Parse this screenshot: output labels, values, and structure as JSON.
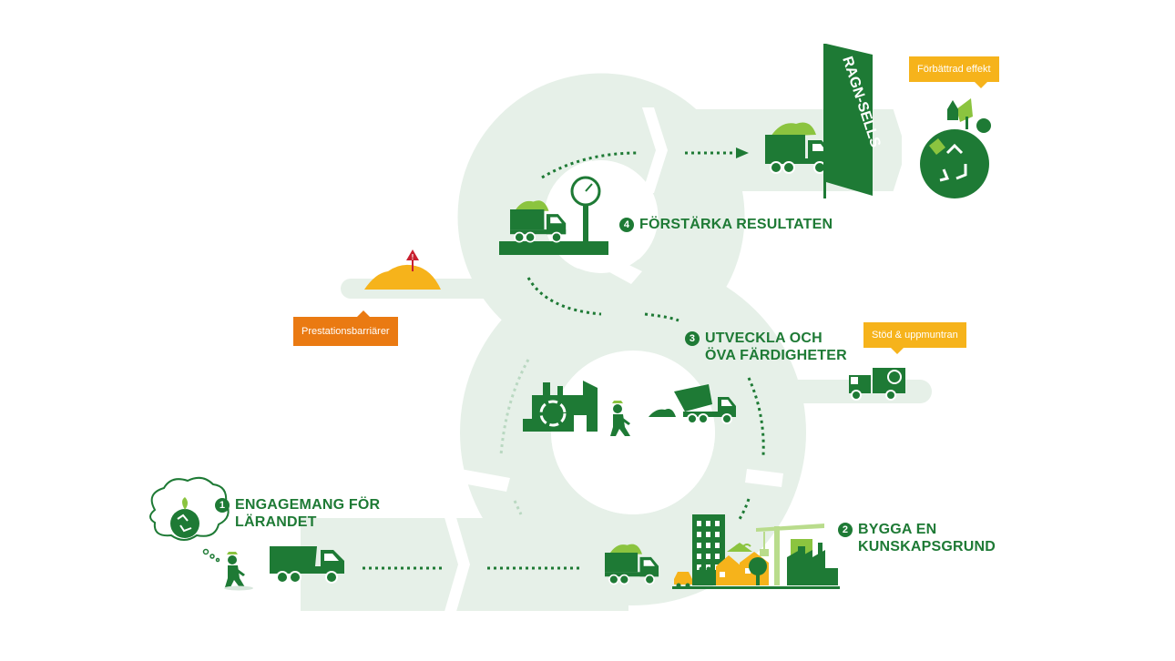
{
  "steps": [
    {
      "number": "1",
      "line1": "ENGAGEMANG FÖR",
      "line2": "LÄRANDET"
    },
    {
      "number": "2",
      "line1": "BYGGA EN",
      "line2": "KUNSKAPSGRUND"
    },
    {
      "number": "3",
      "line1": "UTVECKLA OCH",
      "line2": "ÖVA FÄRDIGHETER"
    },
    {
      "number": "4",
      "line1": "FÖRSTÄRKA RESULTATEN",
      "line2": ""
    }
  ],
  "tags": {
    "barriers": "Prestationsbarriärer",
    "effect": "Förbättrad effekt",
    "support": "Stöd & uppmuntran"
  },
  "sign_text": "RAGN-SELLS",
  "warning_mark": "!",
  "colors": {
    "green": "#1e7a35",
    "light_green": "#e6f0e8",
    "lime": "#8bc43f",
    "yellow": "#f6b31b",
    "orange": "#ea7a12",
    "red": "#c8202f"
  },
  "icons": [
    "dump-truck-icon",
    "recycle-icon",
    "scale-icon",
    "worker-icon",
    "city-icon",
    "globe-icon",
    "factory-icon",
    "flag-sign-icon",
    "sand-pile-icon"
  ]
}
